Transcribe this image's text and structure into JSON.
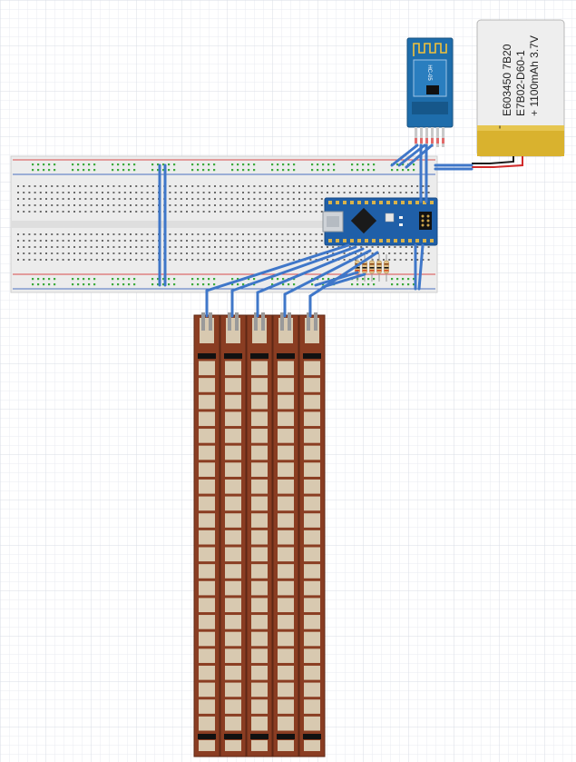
{
  "battery": {
    "label_line1": "E603450 7B20",
    "label_line2": "E7B02-D60-1",
    "label_line3": "+ 1100mAh 3.7V",
    "label_minus": "-"
  },
  "bluetooth_module": {
    "chip_text": "HC-05"
  },
  "colors": {
    "grid_line": "#e6e9ef",
    "breadboard": "#ececec",
    "breadboard_rail_red": "#d94b4b",
    "breadboard_rail_blue": "#4a6fc0",
    "hole": "#6a6a6a",
    "hole_green": "#3caa3c",
    "wire": "#3f77c9",
    "arduino_blue": "#1f5fa8",
    "bt_blue": "#1e6dab",
    "battery_yellow": "#d9b22e",
    "flex_brown": "#8a3d22",
    "flex_tan": "#d8c9b0"
  },
  "counts": {
    "flex_sensors": 5,
    "flex_segments": 22,
    "resistors": 5
  }
}
